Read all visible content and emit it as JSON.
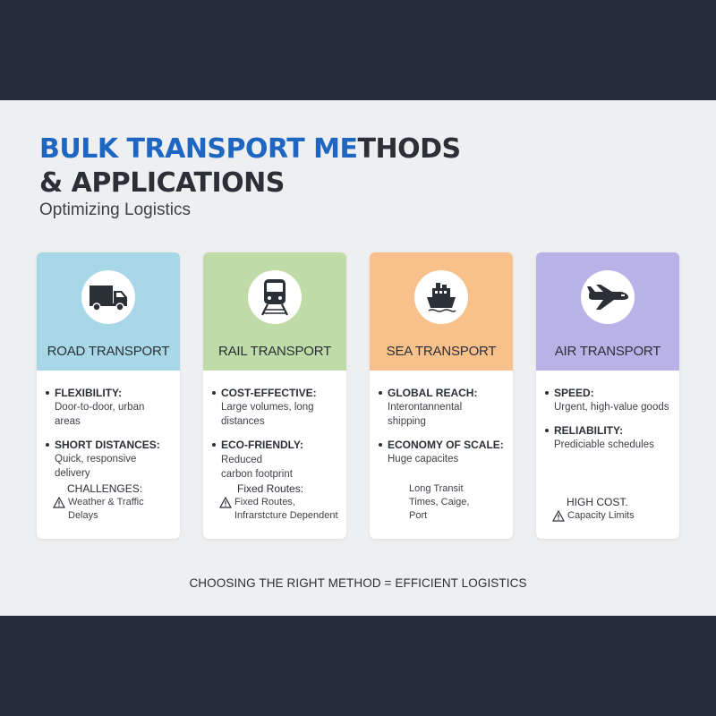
{
  "title": {
    "accent": "BULK TRANSPORT ME",
    "rest_line1": "THODS",
    "line2": "& APPLICATIONS"
  },
  "subtitle": "Optimizing Logistics",
  "colors": {
    "accent": "#1f66c1",
    "road": "#a8d8e8",
    "rail": "#bfdca8",
    "sea": "#f8c08a",
    "air": "#b9b2e6"
  },
  "cards": [
    {
      "icon": "truck-icon",
      "title": "ROAD TRANSPORT",
      "b1_head": "FLEXIBILITY:",
      "b1_text": "Door-to-door, urban areas",
      "b2_head": "SHORT DISTANCES:",
      "b2_text": "Quick, responsive delivery",
      "ch_head": "CHALLENGES:",
      "ch_text": "Weather & Traffic Delays"
    },
    {
      "icon": "train-icon",
      "title": "RAIL TRANSPORT",
      "b1_head": "COST-EFFECTIVE:",
      "b1_text": "Large volumes, long distances",
      "b2_head": "ECO-FRIENDLY:",
      "b2_inline": "Reduced",
      "b2_text": "carbon footprint",
      "ch_head": "Fixed Routes:",
      "ch_text": "Fixed Routes, Infrarstcture Dependent"
    },
    {
      "icon": "ship-icon",
      "title": "SEA TRANSPORT",
      "b1_head": "GLOBAL REACH:",
      "b1_text": "Interontannental shipping",
      "b2_head": "ECONOMY OF SCALE:",
      "b2_text": "Huge capacites",
      "ch_text": "Long Transit Times, Caige, Port"
    },
    {
      "icon": "airplane-icon",
      "title": "AIR TRANSPORT",
      "b1_head": "SPEED:",
      "b1_text": "Urgent, high-value goods",
      "b2_head": "RELIABILITY:",
      "b2_text": "Prediciable schedules",
      "ch_head": "HIGH COST.",
      "ch_text": "Capacity Limits"
    }
  ],
  "footer": "CHOOSING THE RIGHT METHOD = EFFICIENT LOGISTICS"
}
